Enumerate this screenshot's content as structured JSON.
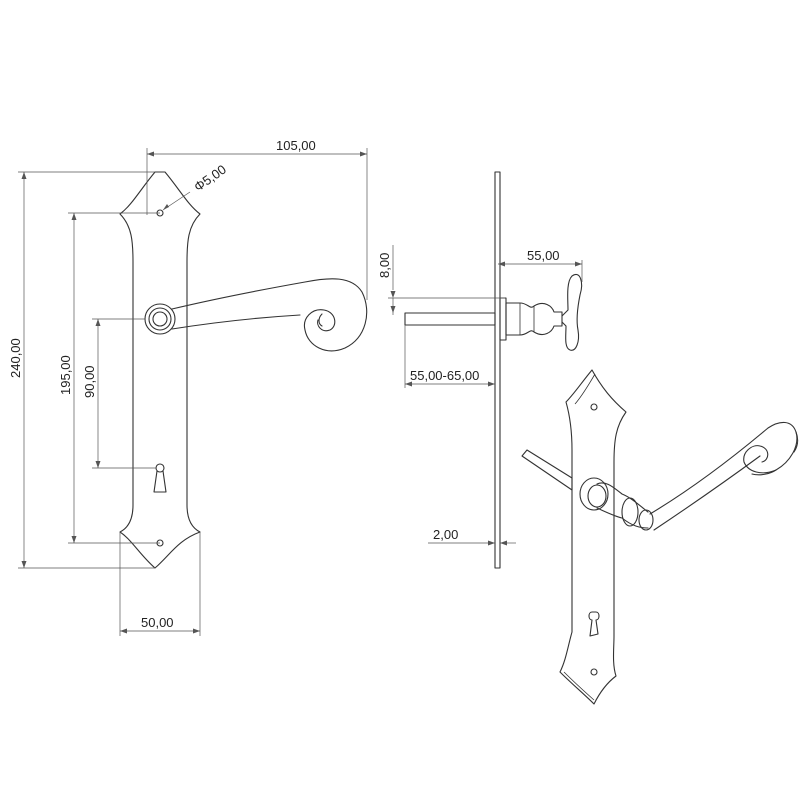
{
  "drawing": {
    "front_view": {
      "width_total": "105,00",
      "hole_diameter": "Φ5,00",
      "height_total": "240,00",
      "screw_spacing": "195,00",
      "handle_to_keyhole": "90,00",
      "plate_width": "50,00"
    },
    "side_view": {
      "rose_offset": "8,00",
      "handle_projection": "55,00",
      "spindle_length": "55,00-65,00",
      "plate_thickness": "2,00"
    }
  },
  "colors": {
    "line": "#333333",
    "dimension": "#555555",
    "background": "#ffffff"
  }
}
